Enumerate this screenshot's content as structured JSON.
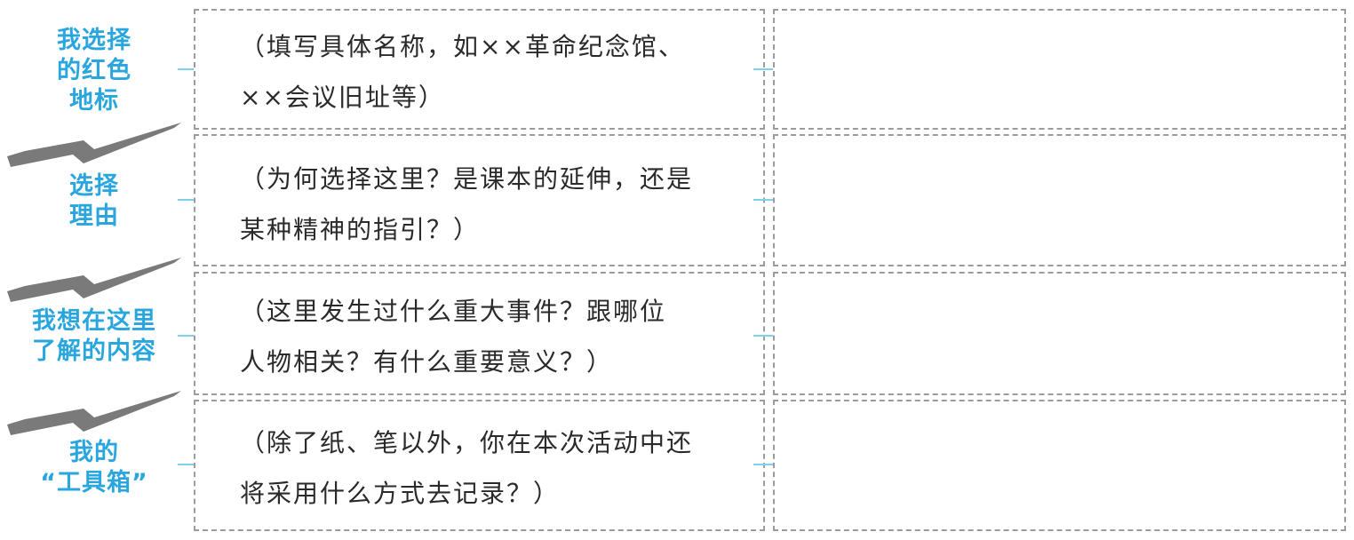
{
  "rows": [
    {
      "label_lines": [
        "我选择",
        "的红色",
        "地标"
      ],
      "prompt_lines": [
        "（填写具体名称，如××革命纪念馆、",
        "××会议旧址等）"
      ]
    },
    {
      "label_lines": [
        "选择",
        "理由"
      ],
      "prompt_lines": [
        "（为何选择这里？是课本的延伸，还是",
        "某种精神的指引？）"
      ]
    },
    {
      "label_lines": [
        "我想在这里",
        "了解的内容"
      ],
      "prompt_lines": [
        "（这里发生过什么重大事件？跟哪位",
        "人物相关？有什么重要意义？）"
      ]
    },
    {
      "label_lines": [
        "我的",
        "“工具箱”"
      ],
      "prompt_lines": [
        "（除了纸、笔以外，你在本次活动中还",
        "将采用什么方式去记录？）"
      ]
    }
  ],
  "colors": {
    "label_blue": "#2aa6df",
    "dash_gray": "#9c9c9c",
    "tick_blue": "#7fd0ef",
    "bolt_gray": "#7a7a7a"
  },
  "icons": [
    "lightning-divider-icon"
  ]
}
